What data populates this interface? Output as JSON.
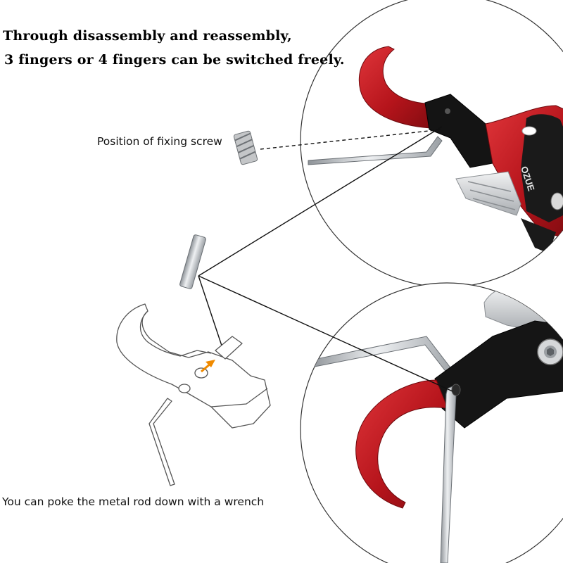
{
  "headline": {
    "line1": "Through disassembly and reassembly,",
    "line2": "3 fingers or 4 fingers can be switched freely."
  },
  "callouts": {
    "fixing_screw": "Position of fixing screw",
    "rod_hint": "You can poke the metal rod down with a wrench"
  },
  "product_mark": "OZUE",
  "colors": {
    "hook_red": "#c8161d",
    "body_black": "#141414",
    "metal_silver": "#c9cdd1",
    "arrow_orange": "#f08a00",
    "line_art_gray": "#555555"
  }
}
